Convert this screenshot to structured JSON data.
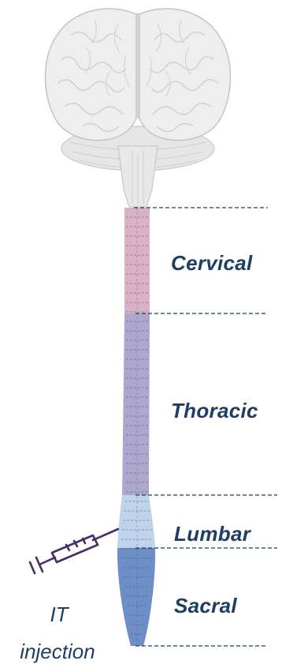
{
  "regions": [
    {
      "key": "cervical",
      "label": "Cervical",
      "color": "#d9b2c6"
    },
    {
      "key": "thoracic",
      "label": "Thoracic",
      "color": "#ada6cd"
    },
    {
      "key": "lumbar",
      "label": "Lumbar",
      "color": "#bdd4ea"
    },
    {
      "key": "sacral",
      "label": "Sacral",
      "color": "#6e8ec7"
    }
  ],
  "injection": {
    "line1": "IT",
    "line2": "injection",
    "color": "#4a2d66"
  },
  "colors": {
    "brain": "#ececec",
    "brain_outline": "#c8c8c8",
    "text": "#1f3e64",
    "dashes": "#1f3e64"
  }
}
